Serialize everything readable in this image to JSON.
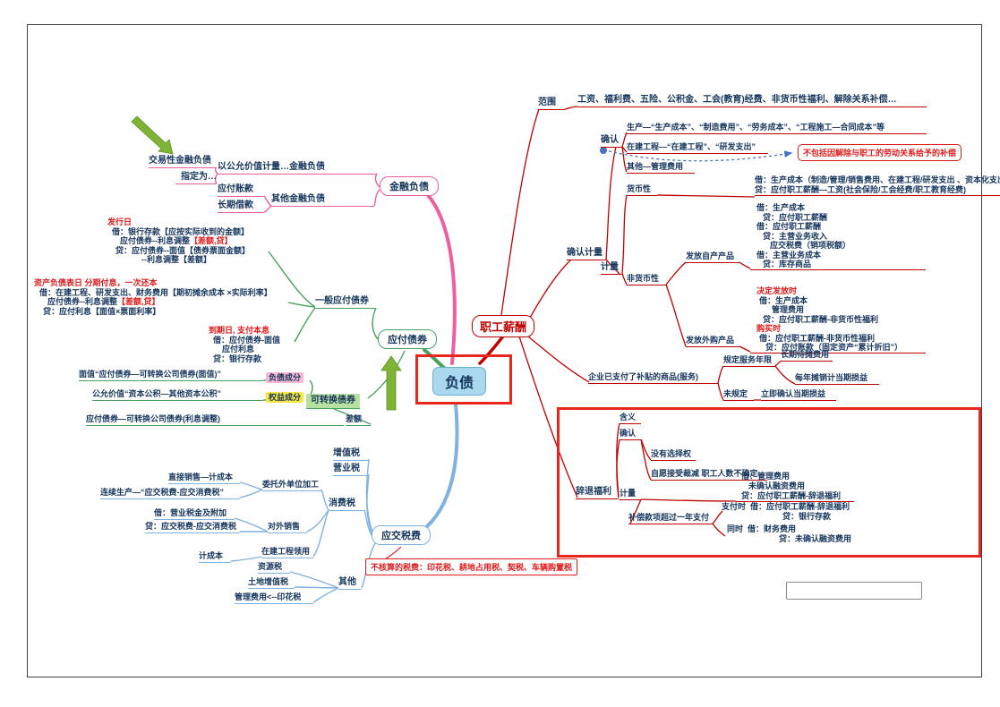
{
  "center": {
    "label": "负债"
  },
  "financial": {
    "label": "金融负债",
    "fv": "以公允价值计量…金融负债",
    "trading": "交易性金融负债",
    "designated": "指定为…",
    "other": "其他金融负债",
    "payables": "应付账款",
    "long_loan": "长期借款"
  },
  "bonds": {
    "label": "应付债券",
    "general": "一般应付债券",
    "issue": {
      "title": "发行日",
      "l1": "借：银行存款【应按实际收到的金额】",
      "l2a": "应付债券--利息调整",
      "l2b": "【差额,贷】",
      "l3": "贷：应付债券--面值【债券票面金额】",
      "l4": "--利息调整【差额】"
    },
    "balance_date": {
      "title": "资产负债表日 分期付息，一次还本",
      "l1": "借：在建工程、研发支出、财务费用【期初摊余成本 ×实际利率】",
      "l2a": "应付债券--利息调整",
      "l2b": "【差额,贷】",
      "l3": "贷：应付利息【面值×票面利率】"
    },
    "maturity": {
      "title": "到期日, 支付本息",
      "l1": "借：应付债券-面值",
      "l2": "应付利息",
      "l3": "贷：银行存款"
    },
    "convertible": {
      "label": "可转换债券",
      "liability": "负债成分",
      "liability_src": "面值“应付债券—可转换公司债券(面值)”",
      "equity": "权益成分",
      "equity_src": "公允价值“资本公积—其他资本公积”",
      "diff": "差额",
      "diff_src": "应付债券—可转换公司债券(利息调整)"
    }
  },
  "tax": {
    "label": "应交税费",
    "vat": "增值税",
    "business": "营业税",
    "consumption": "消费税",
    "entrust": "委托外单位加工",
    "entrust_direct": "直接销售—计成本",
    "entrust_cont": "连续生产—“应交税费-应交消费税”",
    "sale": "对外销售",
    "sale_dr": "借：营业税金及附加",
    "sale_cr": "贷：应交税费-应交消费税",
    "construction": "在建工程领用",
    "construction_cost": "计成本",
    "other": "其他",
    "resource": "资源税",
    "land": "土地增值税",
    "stamp": "管理费用<--印花税",
    "note": "不核算的税费：印花税、耕地占用税、契税、车辆购置税"
  },
  "salary": {
    "label": "职工薪酬",
    "scope_label": "范围",
    "scope": "工资、福利费、五险、公积金、工会(教育)经费、非货币性福利、解除关系补偿…",
    "rec_meas": "确认计量",
    "recognize": "确认",
    "rec1": "生产—“生产成本”、“制造费用”、“劳务成本”、“工程施工—合同成本”等",
    "rec2": "在建工程—“在建工程”、“研发支出”",
    "rec3": "其他—管理费用",
    "rec_note": "不包括因解除与职工的劳动关系给予的补偿",
    "measure": "计量",
    "monetary": "货币性",
    "monetary_dr": "借：生产成本（制造/管理/销售费用、在建工程/研发支出 、资本化支出）",
    "monetary_cr": "贷：应付职工薪酬—工资(社会保险/工会经费/职工教育经费)",
    "nonmonetary": "非货币性",
    "own": "发放自产产品",
    "own_lines": [
      "借：生产成本",
      "贷：应付职工薪酬",
      "借：应付职工薪酬",
      "贷：主营业务收入",
      "应交税费（销项税额）",
      "借：主营业务成本",
      "贷：库存商品"
    ],
    "purchased": "发放外购产品",
    "purchased_when1": "决定发放时",
    "purchased_l1": "借：生产成本",
    "purchased_l2": "管理费用",
    "purchased_l3": "贷：应付职工薪酬-非货币性福利",
    "purchased_when2": "购买时",
    "purchased_l4": "借：应付职工薪酬-非货币性福利",
    "purchased_l5": "贷：应付账款（固定资产“累计折旧”）",
    "subsidy": "企业已支付了补贴的商品(服务)",
    "fixed_years": "规定服务年限",
    "longterm": "长期待摊费用",
    "amortize": "每年摊销计当期损益",
    "unfixed": "未规定",
    "immediate": "立即确认当期损益"
  },
  "dismiss": {
    "label": "辞退福利",
    "meaning": "含义",
    "recognize": "确认",
    "no_choice": "没有选择权",
    "voluntary": "自愿接受裁减 职工人数不确定",
    "measure": "计量",
    "m_dr": "借：管理费用",
    "m_dr2": "未确认融资费用",
    "m_cr": "贷：应付职工薪酬-辞退福利",
    "over_year": "补偿款项超过一年支付",
    "pay_label": "支付时",
    "pay_dr": "借：应付职工薪酬-辞退福利",
    "pay_cr": "贷：银行存款",
    "same_label": "同时",
    "same_dr": "借：财务费用",
    "same_cr": "贷：未确认融资费用"
  }
}
